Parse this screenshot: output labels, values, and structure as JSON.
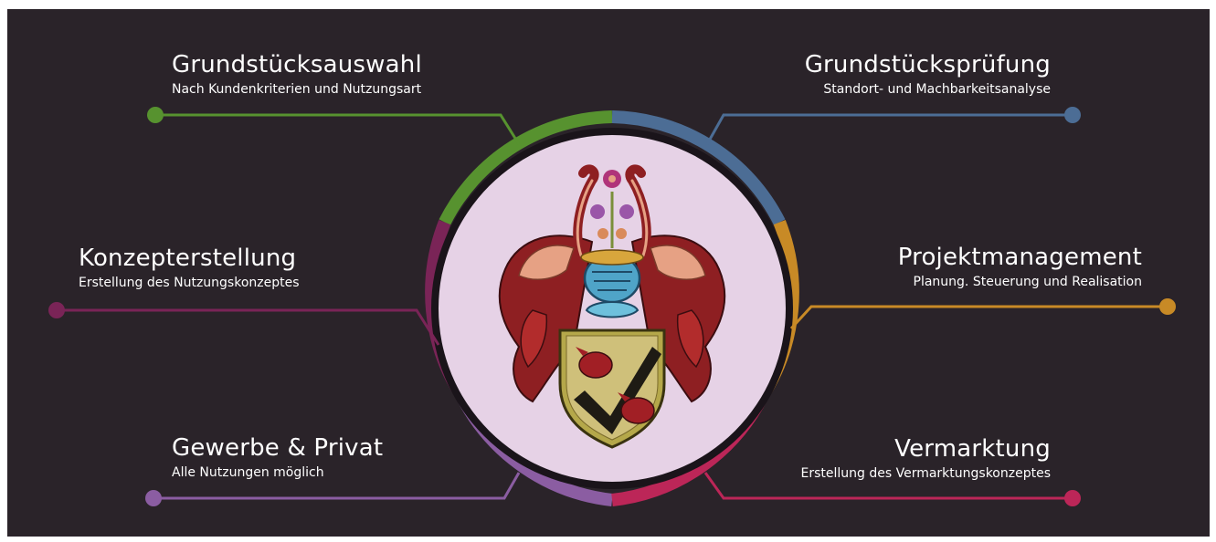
{
  "center": {
    "emblem": "coat-of-arms"
  },
  "items": [
    {
      "key": "tl",
      "title": "Grundstücksauswahl",
      "subtitle": "Nach Kundenkriterien und Nutzungsart",
      "color": "#57922f"
    },
    {
      "key": "ml",
      "title": "Konzepterstellung",
      "subtitle": "Erstellung des Nutzungskonzeptes",
      "color": "#7a2457"
    },
    {
      "key": "bl",
      "title": "Gewerbe & Privat",
      "subtitle": "Alle Nutzungen möglich",
      "color": "#8b5da2"
    },
    {
      "key": "tr",
      "title": "Grundstücksprüfung",
      "subtitle": "Standort- und Machbarkeitsanalyse",
      "color": "#4c6d95"
    },
    {
      "key": "mr",
      "title": "Projektmanagement",
      "subtitle": "Planung. Steuerung und Realisation",
      "color": "#c88a26"
    },
    {
      "key": "br",
      "title": "Vermarktung",
      "subtitle": "Erstellung des Vermarktungskonzeptes",
      "color": "#bc2658"
    }
  ],
  "colors": {
    "background": "#2a2329",
    "disc": "#e6d2e6",
    "inner_ring": "#1a141a"
  }
}
